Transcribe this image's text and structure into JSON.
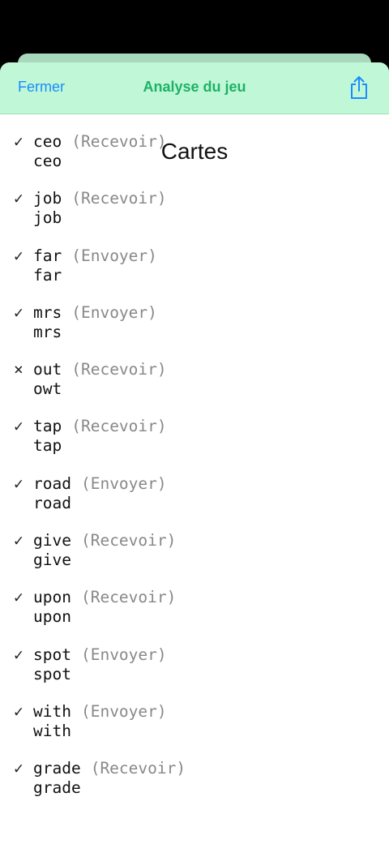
{
  "header": {
    "close_label": "Fermer",
    "title": "Analyse du jeu",
    "share_icon": "share-icon"
  },
  "section": {
    "title": "Cartes"
  },
  "colors": {
    "header_bg": "#c0f7d6",
    "title": "#1fb168",
    "link": "#1a8cff",
    "direction": "#888888"
  },
  "cards": [
    {
      "mark": "✓",
      "word": "ceo",
      "direction": "(Recevoir)",
      "answer": "ceo"
    },
    {
      "mark": "✓",
      "word": "job",
      "direction": "(Recevoir)",
      "answer": "job"
    },
    {
      "mark": "✓",
      "word": "far",
      "direction": "(Envoyer)",
      "answer": "far"
    },
    {
      "mark": "✓",
      "word": "mrs",
      "direction": "(Envoyer)",
      "answer": "mrs"
    },
    {
      "mark": "×",
      "word": "out",
      "direction": "(Recevoir)",
      "answer": "owt"
    },
    {
      "mark": "✓",
      "word": "tap",
      "direction": "(Recevoir)",
      "answer": "tap"
    },
    {
      "mark": "✓",
      "word": "road",
      "direction": "(Envoyer)",
      "answer": "road"
    },
    {
      "mark": "✓",
      "word": "give",
      "direction": "(Recevoir)",
      "answer": "give"
    },
    {
      "mark": "✓",
      "word": "upon",
      "direction": "(Recevoir)",
      "answer": "upon"
    },
    {
      "mark": "✓",
      "word": "spot",
      "direction": "(Envoyer)",
      "answer": "spot"
    },
    {
      "mark": "✓",
      "word": "with",
      "direction": "(Envoyer)",
      "answer": "with"
    },
    {
      "mark": "✓",
      "word": "grade",
      "direction": "(Recevoir)",
      "answer": "grade"
    }
  ]
}
